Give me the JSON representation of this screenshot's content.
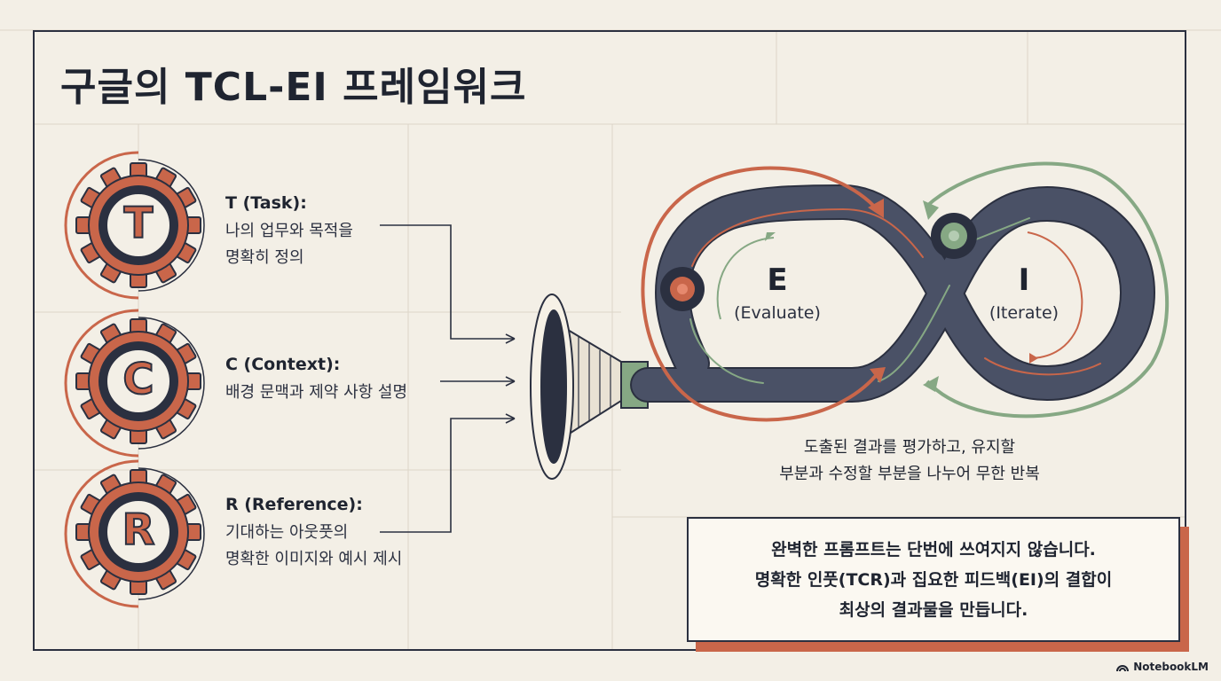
{
  "title": "구글의 TCL-EI 프레임워크",
  "tcr": [
    {
      "letter": "T",
      "label": "T (Task):",
      "lines": [
        "나의 업무와 목적을",
        "명확히 정의"
      ]
    },
    {
      "letter": "C",
      "label": "C (Context):",
      "lines": [
        "배경 문맥과 제약 사항 설명"
      ]
    },
    {
      "letter": "R",
      "label": "R (Reference):",
      "lines": [
        "기대하는 아웃풋의",
        "명확한 이미지와 예시 제시"
      ]
    }
  ],
  "loop": {
    "left_letter": "E",
    "left_sub": "(Evaluate)",
    "right_letter": "I",
    "right_sub": "(Iterate)",
    "desc_lines": [
      "도출된 결과를 평가하고, 유지할",
      "부분과 수정할 부분을 나누어 무한 반복"
    ]
  },
  "summary": [
    "완벽한 프롬프트는 단번에 쓰여지지 않습니다.",
    "명확한 인풋(TCR)과 집요한 피드백(EI)의 결합이",
    "최상의 결과물을 만듭니다."
  ],
  "brand": "NotebookLM",
  "colors": {
    "accent": "#c9664a",
    "dark": "#2b3040",
    "green": "#86a884",
    "background": "#f3efe6"
  }
}
